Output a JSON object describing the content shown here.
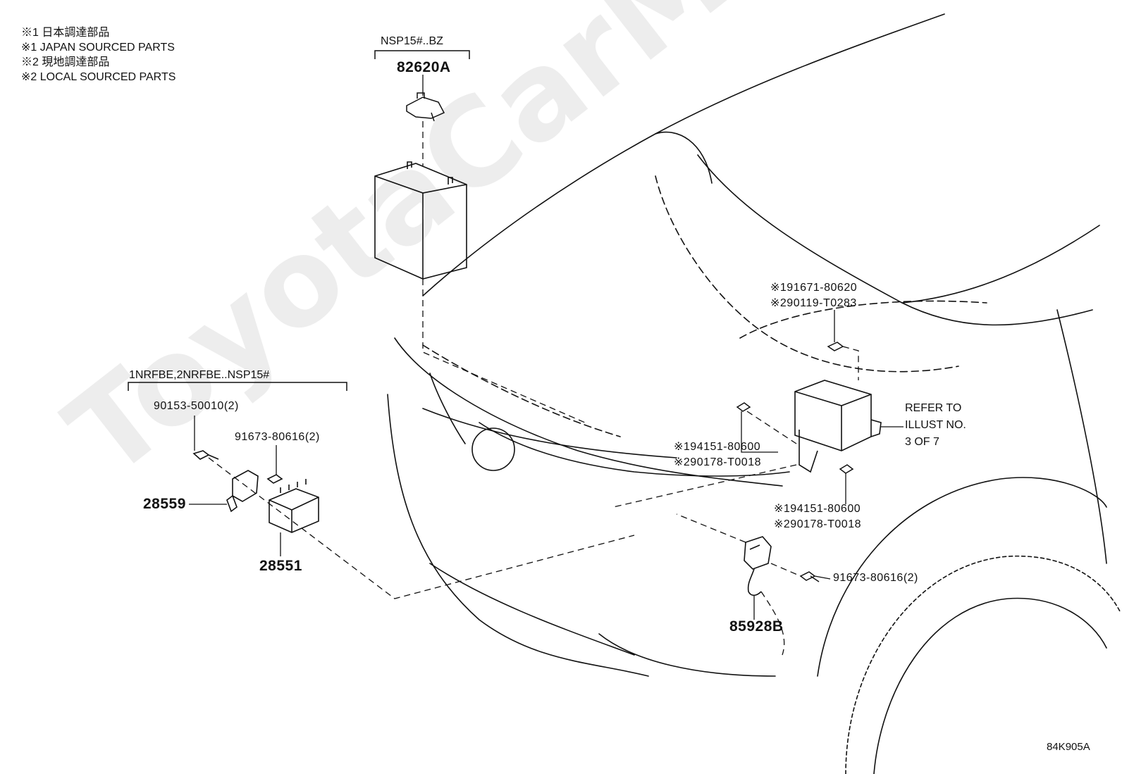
{
  "legend": [
    "※1 日本調達部品",
    "※1 JAPAN SOURCED PARTS",
    "※2 現地調達部品",
    "※2 LOCAL SOURCED PARTS"
  ],
  "groups": {
    "battery_group": "NSP15#..BZ",
    "ecu_group": "1NRFBE,2NRFBE..NSP15#"
  },
  "parts": {
    "p82620a": "82620A",
    "p90153": "90153-50010(2)",
    "p91673_left": "91673-80616(2)",
    "p28559": "28559",
    "p28551": "28551",
    "p191671": "※191671-80620",
    "p290119": "※290119-T0283",
    "p194151_a": "※194151-80600",
    "p290178_a": "※290178-T0018",
    "p194151_b": "※194151-80600",
    "p290178_b": "※290178-T0018",
    "p91673_right": "91673-80616(2)",
    "p85928b": "85928B"
  },
  "refer": {
    "line1": "REFER TO",
    "line2": "ILLUST NO.",
    "line3": "3 OF 7"
  },
  "watermark": "ToyotaCarMine.ru",
  "diagram_code": "84K905A"
}
